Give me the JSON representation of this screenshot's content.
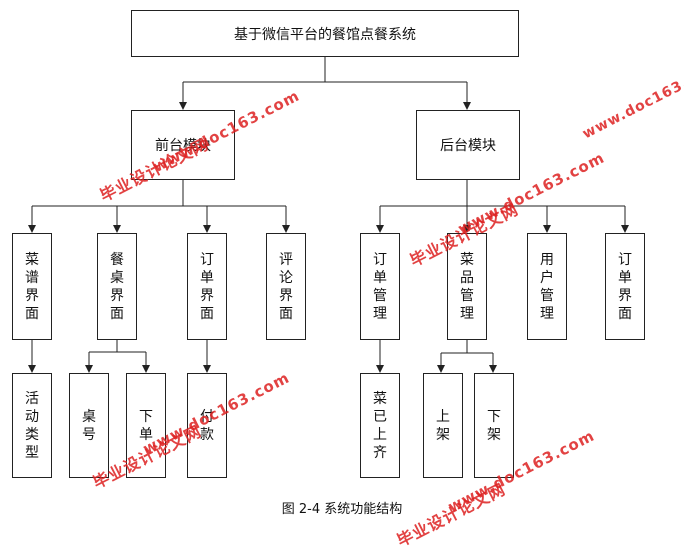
{
  "diagram": {
    "root": "基于微信平台的餐馆点餐系统",
    "front": {
      "label": "前台模块",
      "children": [
        "菜谱界面",
        "餐桌界面",
        "订单界面",
        "评论界面"
      ],
      "menu_sub": "活动类型",
      "table_subs": [
        "桌号",
        "下单"
      ],
      "order_sub": "付款"
    },
    "back": {
      "label": "后台模块",
      "children": [
        "订单管理",
        "菜品管理",
        "用户管理",
        "订单界面"
      ],
      "order_mgmt_sub": "菜已上齐",
      "dish_mgmt_subs": [
        "上架",
        "下架"
      ]
    }
  },
  "caption": "图 2-4 系统功能结构",
  "watermark": {
    "text_cn": "毕业设计论文网",
    "text_url": "www.doc163.com"
  },
  "colors": {
    "line": "#222222",
    "watermark": "#dd2222"
  }
}
